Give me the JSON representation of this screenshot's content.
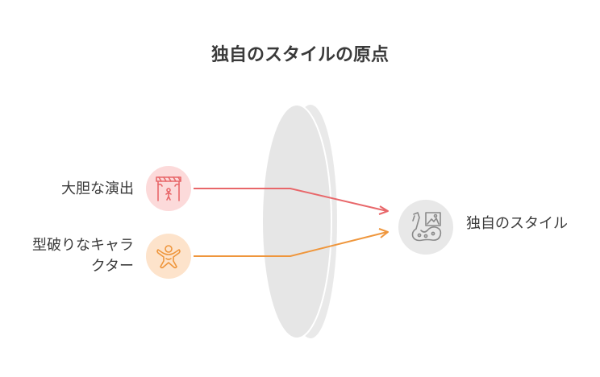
{
  "title": "独自のスタイルの原点",
  "inputs": [
    {
      "label": "大胆な演出",
      "icon": "stage-icon",
      "color": "#e8676a",
      "bg": "#fcdada"
    },
    {
      "label_lines": [
        "型破りなキャラ",
        "クター"
      ],
      "icon": "character-icon",
      "color": "#ef963c",
      "bg": "#fde3cb"
    }
  ],
  "output": {
    "label": "独自のスタイル",
    "icon": "art-palette-icon",
    "color": "#8a8a8a",
    "bg": "#e8e8e8"
  },
  "lens_color": "#e6e6e6"
}
